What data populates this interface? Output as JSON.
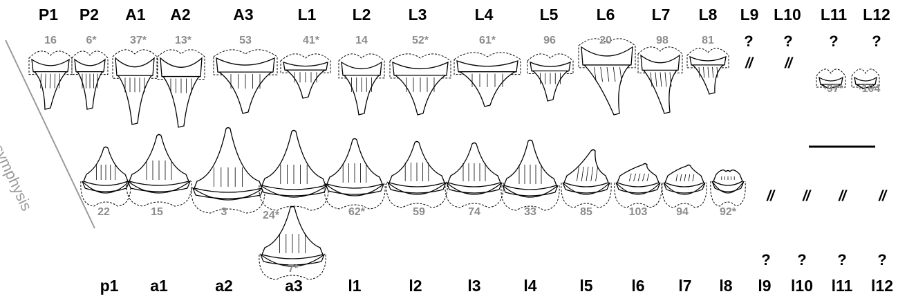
{
  "upper_positions": [
    "P1",
    "P2",
    "A1",
    "A2",
    "A3",
    "L1",
    "L2",
    "L3",
    "L4",
    "L5",
    "L6",
    "L7",
    "L8",
    "L9",
    "L10",
    "L11",
    "L12"
  ],
  "upper_specimens": [
    "16",
    "6*",
    "37*",
    "13*",
    "53",
    "41*",
    "14",
    "52*",
    "61*",
    "96",
    "20",
    "98",
    "81",
    "?",
    "?",
    "?",
    "?"
  ],
  "upper_small_specimens": [
    "97*",
    "104"
  ],
  "upper_gap_marks": [
    "//",
    "//"
  ],
  "lower_positions": [
    "p1",
    "a1",
    "a2",
    "a3",
    "l1",
    "l2",
    "l3",
    "l4",
    "l5",
    "l6",
    "l7",
    "l8",
    "l9",
    "l10",
    "l11",
    "l12"
  ],
  "lower_specimens": [
    "22",
    "15",
    "3",
    "24*",
    "62*",
    "59",
    "74",
    "33",
    "85",
    "103",
    "94",
    "92*"
  ],
  "lower_extra_specimen": "7*",
  "lower_gap_marks": [
    "//",
    "//",
    "//",
    "//"
  ],
  "lower_question_marks": [
    "?",
    "?",
    "?",
    "?"
  ],
  "symphysis_label": "symphysis"
}
